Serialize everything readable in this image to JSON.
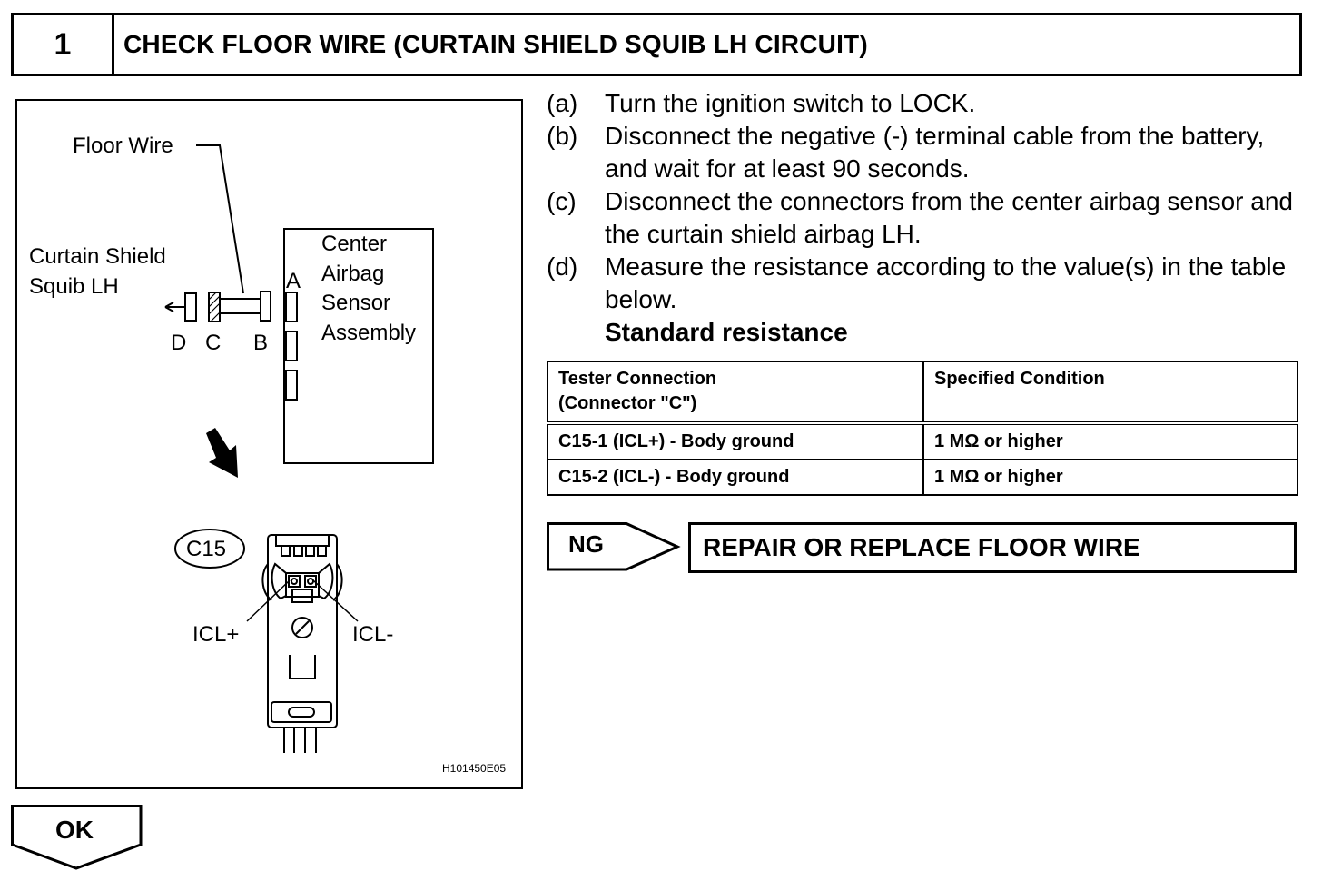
{
  "header": {
    "step_number": "1",
    "title": "CHECK FLOOR WIRE (CURTAIN SHIELD SQUIB LH CIRCUIT)"
  },
  "figure": {
    "floor_wire_label": "Floor Wire",
    "squib_label_line1": "Curtain Shield",
    "squib_label_line2": "Squib LH",
    "sensor_label_line1": "Center",
    "sensor_label_line2": "Airbag",
    "sensor_label_line3": "Sensor",
    "sensor_label_line4": "Assembly",
    "connector_a": "A",
    "connector_b": "B",
    "connector_c": "C",
    "connector_d": "D",
    "connector_code": "C15",
    "terminal_plus": "ICL+",
    "terminal_minus": "ICL-",
    "illustration_code": "H101450E05"
  },
  "steps": [
    {
      "letter": "(a)",
      "text": "Turn the ignition switch to LOCK."
    },
    {
      "letter": "(b)",
      "text": "Disconnect the negative (-) terminal cable from the battery, and wait for at least 90 seconds."
    },
    {
      "letter": "(c)",
      "text": "Disconnect the connectors from the center airbag sensor and the curtain shield airbag LH."
    },
    {
      "letter": "(d)",
      "text": "Measure the resistance according to the value(s) in the table below."
    }
  ],
  "standard_label": "Standard resistance",
  "spec_table": {
    "headers": {
      "col1_line1": "Tester Connection",
      "col1_line2": "(Connector \"C\")",
      "col2": "Specified Condition"
    },
    "rows": [
      {
        "connection": "C15-1 (ICL+) - Body ground",
        "condition": "1 MΩ or higher"
      },
      {
        "connection": "C15-2 (ICL-) - Body ground",
        "condition": "1 MΩ or higher"
      }
    ]
  },
  "ng": {
    "label": "NG",
    "action": "REPAIR OR REPLACE FLOOR WIRE"
  },
  "ok": {
    "label": "OK"
  }
}
